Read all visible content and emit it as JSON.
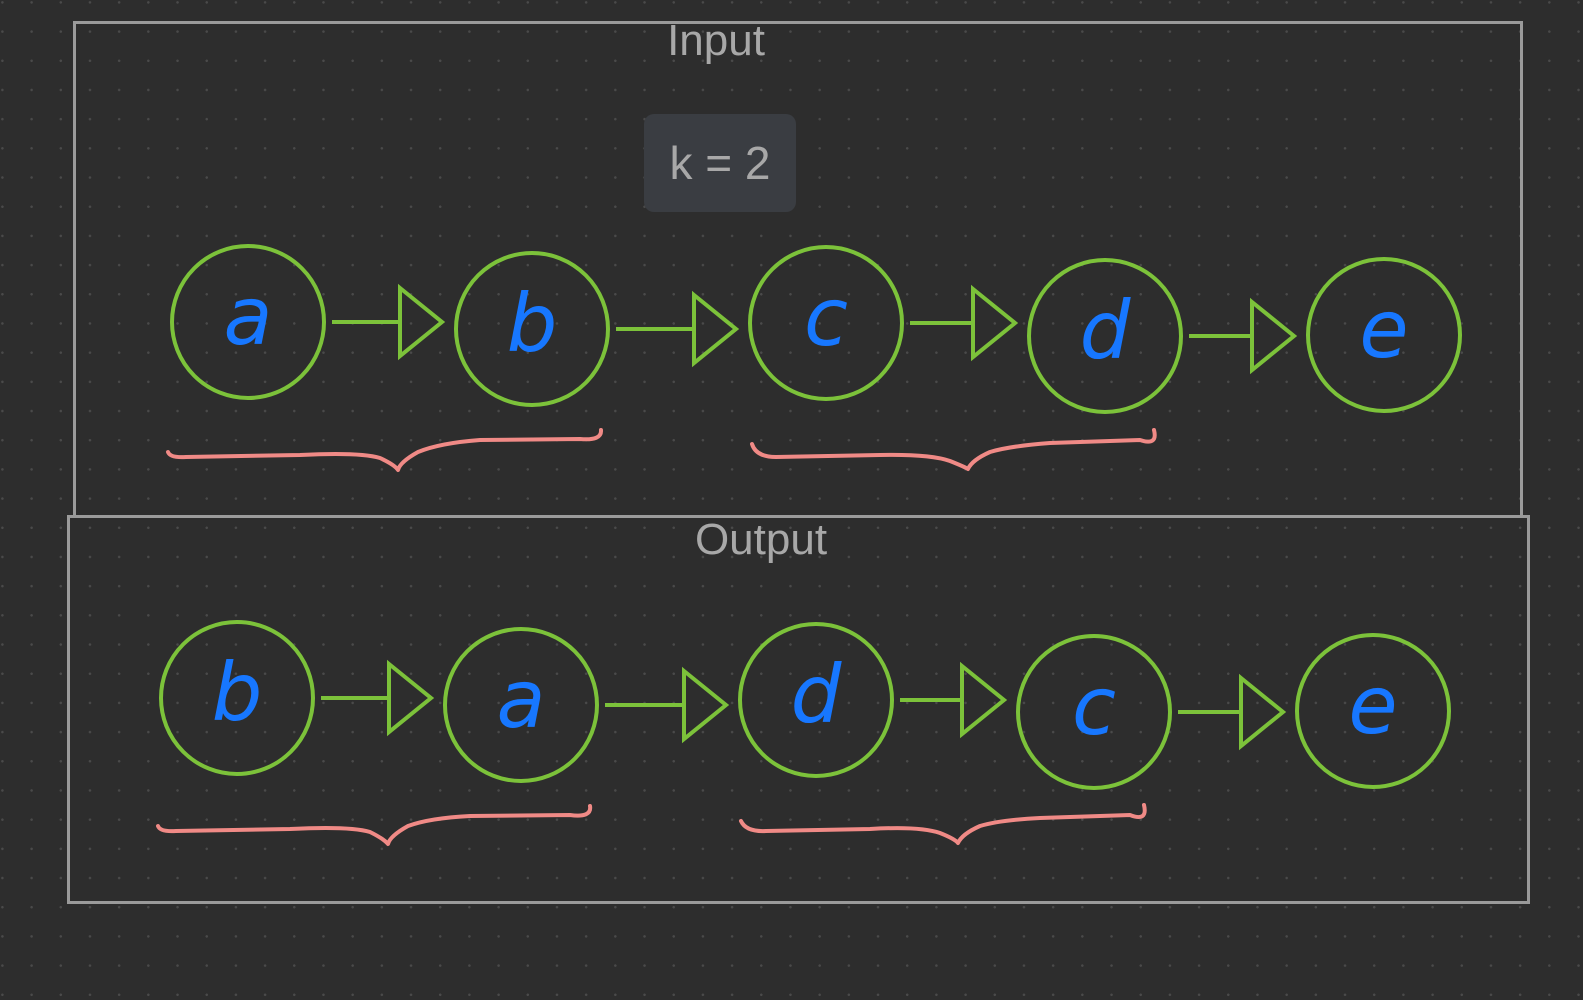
{
  "input": {
    "title": "Input",
    "param": "k = 2",
    "nodes": [
      "a",
      "b",
      "c",
      "d",
      "e"
    ]
  },
  "output": {
    "title": "Output",
    "nodes": [
      "b",
      "a",
      "d",
      "c",
      "e"
    ]
  },
  "colors": {
    "background": "#2d2d2d",
    "frame": "#9a9a9a",
    "node_stroke": "#7cc23a",
    "node_text": "#1777ff",
    "brace": "#f08a86",
    "label_text": "#a8a8a8",
    "badge_bg": "#3a3d42"
  }
}
